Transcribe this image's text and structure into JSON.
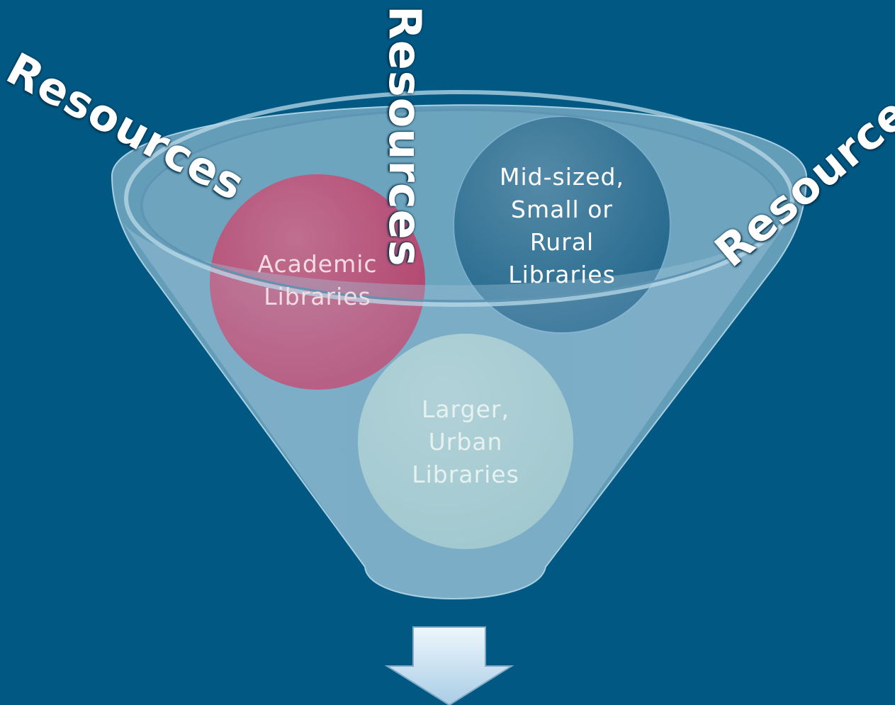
{
  "diagram": {
    "resource_words": [
      "Resources",
      "Resources",
      "Resources"
    ],
    "groups": [
      {
        "id": "academic",
        "label": "Academic\nLibraries",
        "fill": "#c01e4e",
        "text_color": "#f3dbe2"
      },
      {
        "id": "mid",
        "label": "Mid-sized,\nSmall or\nRural\nLibraries",
        "fill": "#044e78",
        "text_color": "#ffffff"
      },
      {
        "id": "urban",
        "label": "Larger,\nUrban\nLibraries",
        "fill": "#9fc9c6",
        "text_color": "#e6f1f0"
      }
    ],
    "colors": {
      "background": "#015883",
      "funnel": "#8cbad0",
      "arrow": "#c9e2f2"
    },
    "arrow_icon": "down-arrow-icon"
  }
}
